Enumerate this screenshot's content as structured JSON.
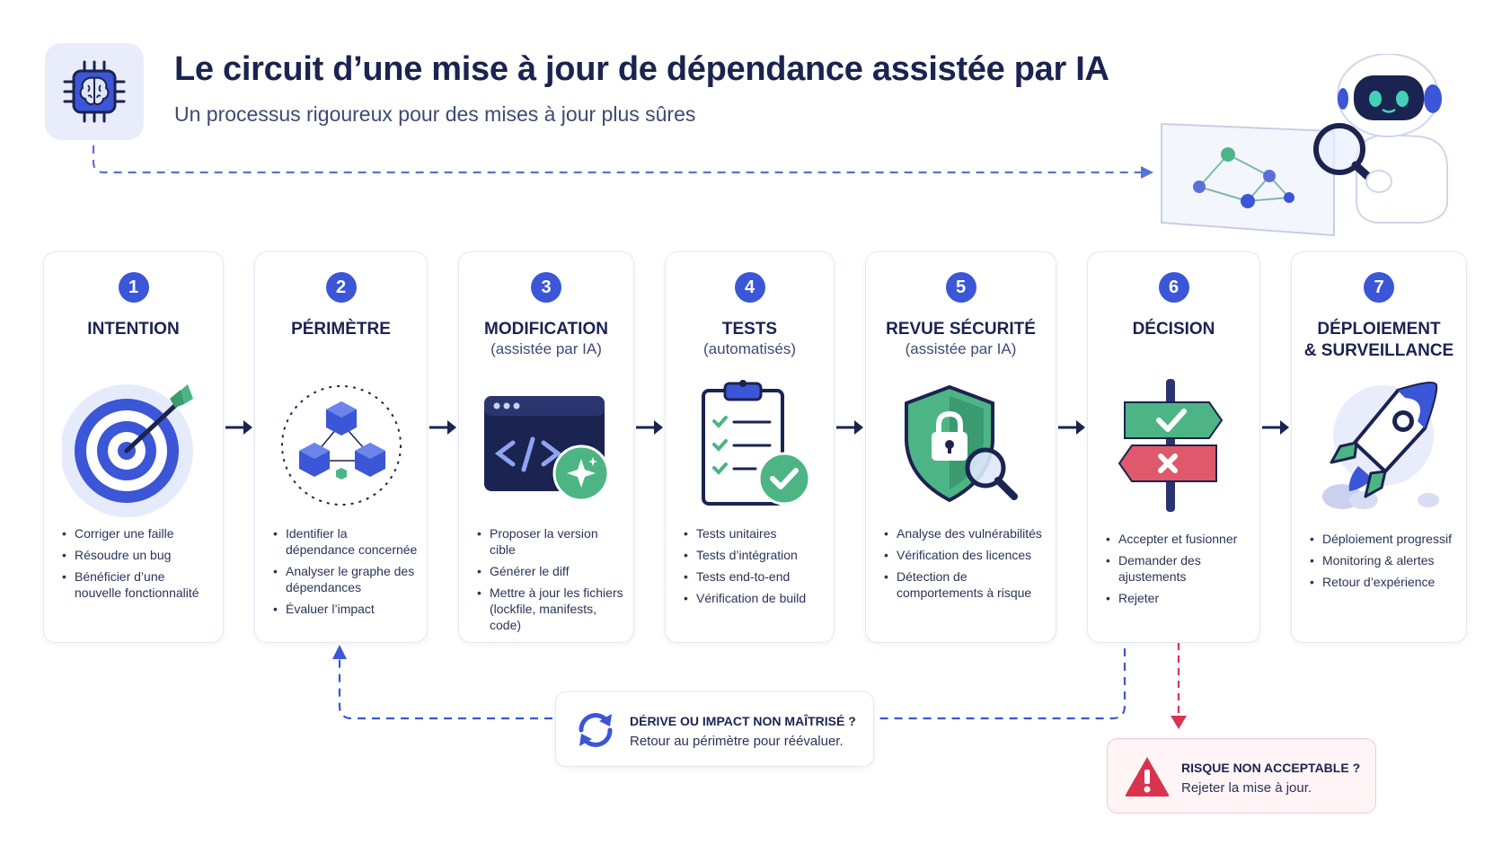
{
  "header": {
    "title": "Le circuit d’une mise à jour de dépendance assistée par IA",
    "subtitle": "Un processus rigoureux pour des mises à jour plus sûres"
  },
  "colors": {
    "accent_blue": "#3b56d6",
    "navy": "#1b2350",
    "green": "#4db585",
    "red": "#d9344f",
    "dashed_line": "#5a70d8"
  },
  "steps": [
    {
      "number": "1",
      "title": "INTENTION",
      "subtitle": "",
      "icon": "target-icon",
      "bullets": [
        "Corriger une faille",
        "Résoudre un bug",
        "Bénéficier d’une nouvelle fonctionnalité"
      ]
    },
    {
      "number": "2",
      "title": "PÉRIMÈTRE",
      "subtitle": "",
      "icon": "dependency-graph-icon",
      "bullets": [
        "Identifier la dépendance concernée",
        "Analyser le graphe des dépendances",
        "Évaluer l’impact"
      ]
    },
    {
      "number": "3",
      "title": "MODIFICATION",
      "subtitle": "(assistée par IA)",
      "icon": "code-window-icon",
      "bullets": [
        "Proposer la version cible",
        "Générer le diff",
        "Mettre à jour les fichiers (lockfile, manifests, code)"
      ]
    },
    {
      "number": "4",
      "title": "TESTS",
      "subtitle": "(automatisés)",
      "icon": "checklist-icon",
      "bullets": [
        "Tests unitaires",
        "Tests d’intégration",
        "Tests end-to-end",
        "Vérification de build"
      ]
    },
    {
      "number": "5",
      "title": "REVUE SÉCURITÉ",
      "subtitle": "(assistée par IA)",
      "icon": "shield-lock-icon",
      "bullets": [
        "Analyse des vulnérabilités",
        "Vérification des licences",
        "Détection de comportements à risque"
      ]
    },
    {
      "number": "6",
      "title": "DÉCISION",
      "subtitle": "",
      "icon": "signpost-icon",
      "bullets": [
        "Accepter et fusionner",
        "Demander des ajustements",
        "Rejeter"
      ]
    },
    {
      "number": "7",
      "title": "DÉPLOIEMENT\n& SURVEILLANCE",
      "subtitle": "",
      "icon": "rocket-icon",
      "bullets": [
        "Déploiement progressif",
        "Monitoring & alertes",
        "Retour d’expérience"
      ]
    }
  ],
  "callouts": {
    "loop": {
      "title": "DÉRIVE OU IMPACT NON MAÎTRISÉ ?",
      "text": "Retour au périmètre pour réévaluer.",
      "icon": "refresh-icon"
    },
    "risk": {
      "title": "RISQUE NON ACCEPTABLE ?",
      "text": "Rejeter la mise à jour.",
      "icon": "warning-icon"
    }
  }
}
